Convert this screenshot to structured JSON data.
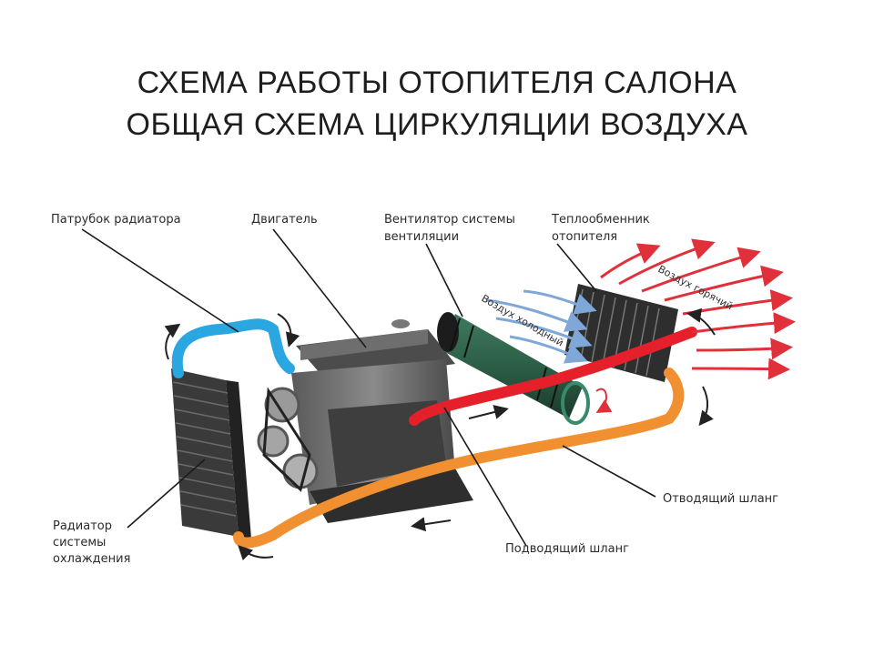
{
  "title": {
    "line1": "СХЕМА РАБОТЫ ОТОПИТЕЛЯ САЛОНА",
    "line2": "ОБЩАЯ СХЕМА ЦИРКУЛЯЦИИ ВОЗДУХА"
  },
  "labels": {
    "radiator_pipe": "Патрубок радиатора",
    "engine": "Двигатель",
    "fan_line1": "Вентилятор системы",
    "fan_line2": "вентиляции",
    "heat_exchanger_line1": "Теплообменник",
    "heat_exchanger_line2": "отопителя",
    "outlet_hose": "Отводящий шланг",
    "inlet_hose": "Подводящий шланг",
    "radiator_line1": "Радиатор",
    "radiator_line2": "системы",
    "radiator_line3": "охлаждения",
    "cold_air": "Воздух холодный",
    "hot_air": "Воздух горячий"
  },
  "colors": {
    "cold_pipe": "#2aa6e0",
    "hot_pipe": "#e5202a",
    "return_hose": "#f09030",
    "hot_air_arrows": "#e0303a",
    "cold_air_arrows": "#7fa8d8"
  }
}
